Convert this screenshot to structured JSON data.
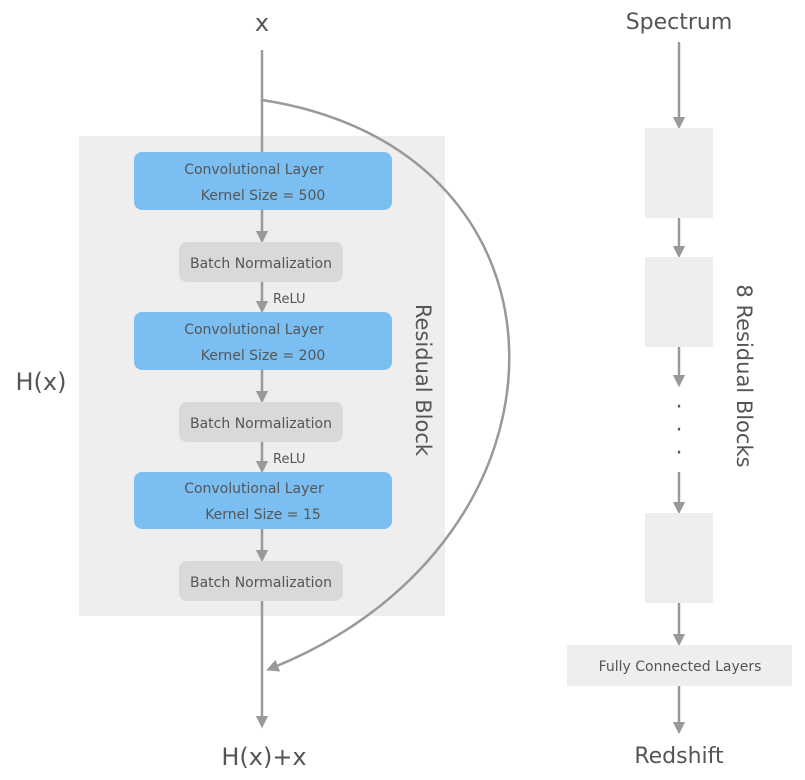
{
  "left_diagram": {
    "input_label": "x",
    "output_label": "H(x)+x",
    "function_label": "H(x)",
    "block_label": "Residual Block",
    "layers": [
      {
        "type": "conv",
        "title": "Convolutional Layer",
        "detail": "Kernel Size = 500"
      },
      {
        "type": "bn",
        "title": "Batch Normalization"
      },
      {
        "type": "activation",
        "title": "ReLU"
      },
      {
        "type": "conv",
        "title": "Convolutional Layer",
        "detail": "Kernel Size = 200"
      },
      {
        "type": "bn",
        "title": "Batch Normalization"
      },
      {
        "type": "activation",
        "title": "ReLU"
      },
      {
        "type": "conv",
        "title": "Convolutional Layer",
        "detail": "Kernel Size = 15"
      },
      {
        "type": "bn",
        "title": "Batch Normalization"
      }
    ]
  },
  "right_diagram": {
    "input_label": "Spectrum",
    "blocks_label": "8 Residual Blocks",
    "dots": "·",
    "fc_label": "Fully Connected Layers",
    "output_label": "Redshift"
  },
  "colors": {
    "conv_fill": "#7bbff2",
    "bn_fill": "#d9d9d9",
    "block_bg": "#eeeeee",
    "arrow": "#999999",
    "text": "#555555"
  }
}
